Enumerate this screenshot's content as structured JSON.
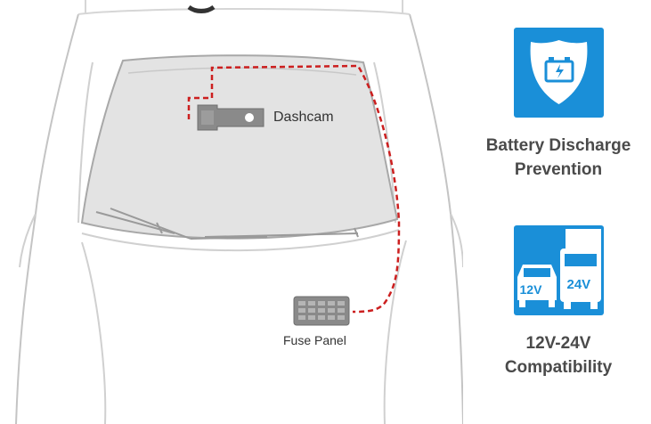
{
  "diagram": {
    "dashcam_label": "Dashcam",
    "fuse_panel_label": "Fuse Panel"
  },
  "features": [
    {
      "icon": "battery-shield-icon",
      "line1": "Battery Discharge",
      "line2": "Prevention"
    },
    {
      "icon": "vehicles-voltage-icon",
      "line1": "12V-24V",
      "line2": "Compatibility",
      "badges": [
        "12V",
        "24V"
      ]
    }
  ],
  "colors": {
    "accent": "#1a8fd8",
    "wire": "#cc1f1f",
    "windshield": "#e3e3e3",
    "outline": "#b8b8b8"
  }
}
